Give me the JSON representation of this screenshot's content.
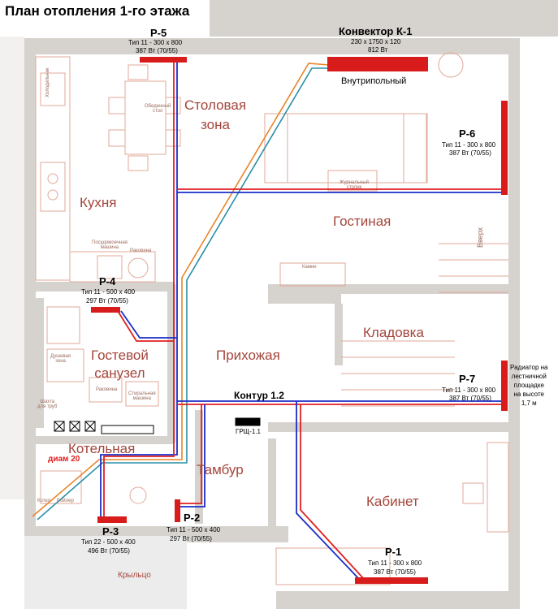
{
  "title": "План отопления 1-го этажа",
  "rooms": {
    "dining": "Столовая\nзона",
    "kitchen": "Кухня",
    "living": "Гостиная",
    "pantry": "Кладовка",
    "hall": "Прихожая",
    "guest_wc": "Гостевой\nсанузел",
    "boiler_room": "Котельная",
    "vestibule": "Тамбур",
    "study": "Кабинет",
    "porch": "Крыльцо"
  },
  "furniture": {
    "fridge": "Холодильник",
    "dining_table": "Обеденный\nстол",
    "dishwasher": "Посудомоечная\nмашина",
    "sink": "Раковина",
    "coffee_table": "Журнальный\nстолик",
    "fireplace": "Камин",
    "stairs_up": "Вверх",
    "shower": "Душевая\nзона",
    "sink_wc": "Раковина",
    "washer": "Стиральная\nмашина",
    "pipe_shaft": "Шахта\nдля труб",
    "boiler": "Бойлер",
    "boiler_short": "Котел"
  },
  "radiators": {
    "r5": {
      "name": "Р-5",
      "spec": "Тип 11 - 300 х 800",
      "power": "387 Вт (70/55)"
    },
    "k1": {
      "name": "Конвектор К-1",
      "spec": "230 х 1750 х 120",
      "power": "812 Вт",
      "note": "Внутрипольный"
    },
    "r6": {
      "name": "Р-6",
      "spec": "Тип 11 - 300 х 800",
      "power": "387 Вт (70/55)"
    },
    "r4": {
      "name": "Р-4",
      "spec": "Тип 11 - 500 х 400",
      "power": "297 Вт (70/55)"
    },
    "r7": {
      "name": "Р-7",
      "spec": "Тип 11 - 300 х 800",
      "power": "387 Вт (70/55)",
      "note": "Радиатор на\nлестничной\nплощадке\nна высоте\n1,7 м"
    },
    "r3": {
      "name": "Р-3",
      "spec": "Тип 22 - 500 х 400",
      "power": "496 Вт (70/55)"
    },
    "r2": {
      "name": "Р-2",
      "spec": "Тип 11 - 500 х 400",
      "power": "297 Вт (70/55)"
    },
    "r1": {
      "name": "Р-1",
      "spec": "Тип 11 - 300 х 800",
      "power": "387 Вт (70/55)"
    }
  },
  "circuit_label": "Контур 1.2",
  "manifold_label": "ГРЩ-1.1",
  "pipe_diameter": "диам 20",
  "colors": {
    "supply": "#e02020",
    "return": "#1a2ec8",
    "floor_supply": "#e8852a",
    "floor_return": "#2a8fa8",
    "radiator": "#d81b1b",
    "wall": "#d6d2ce",
    "furniture": "#e2a89a"
  }
}
